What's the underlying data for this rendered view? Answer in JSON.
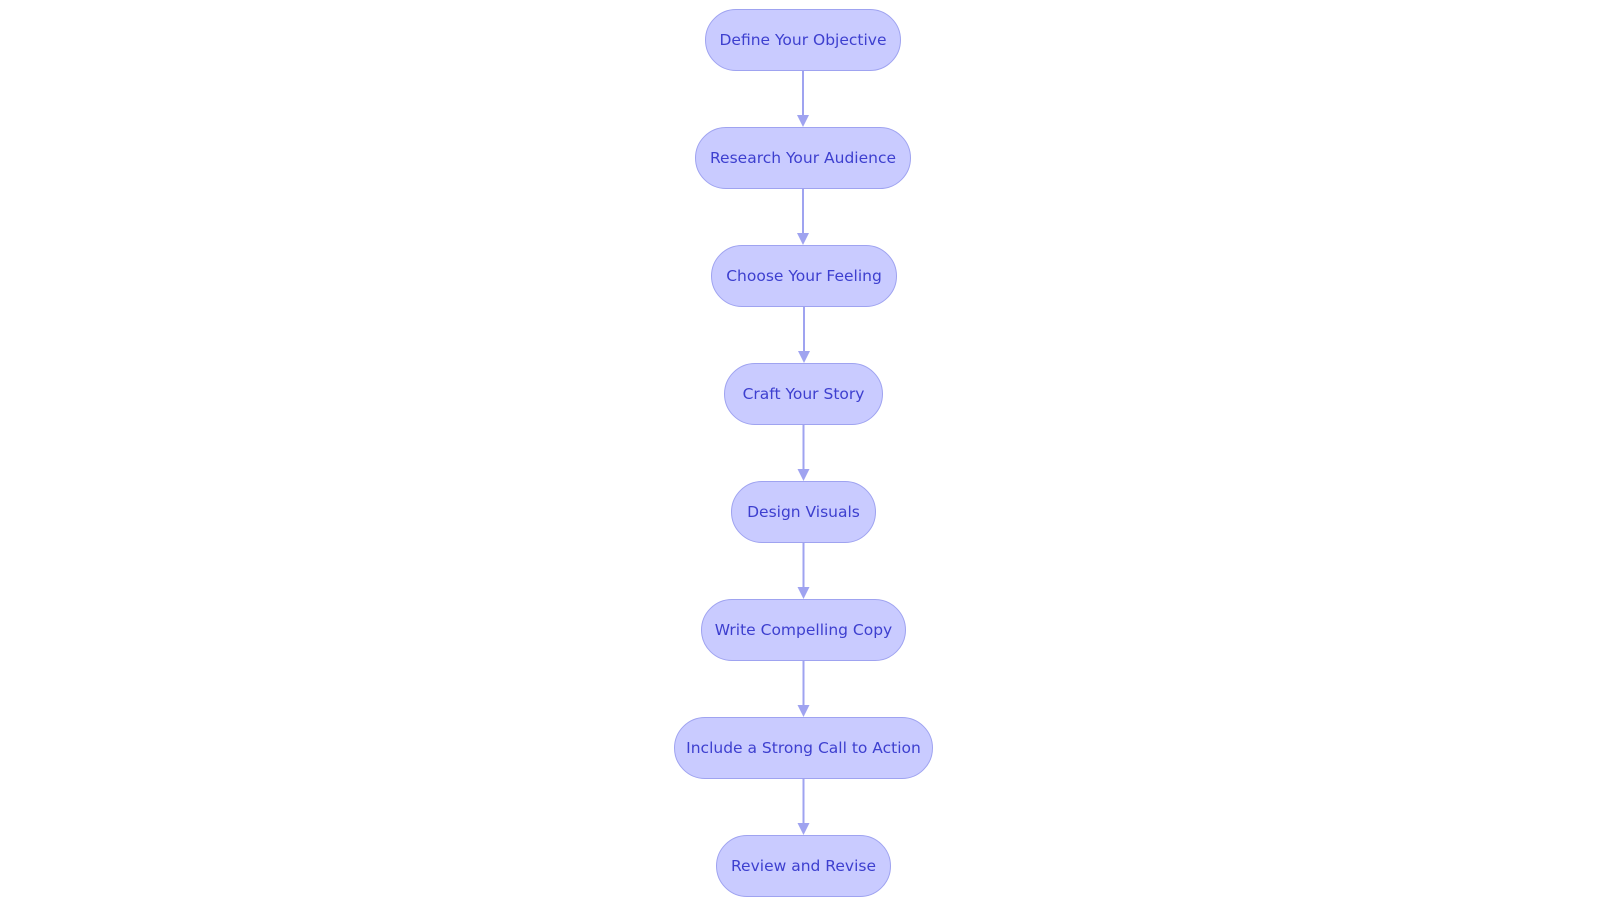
{
  "diagram": {
    "type": "flowchart",
    "direction": "top-to-bottom",
    "colors": {
      "node_fill": "#c9cbff",
      "node_border": "#9fa3f0",
      "node_text": "#3d3fcf",
      "edge": "#9fa3f0"
    },
    "nodes": [
      {
        "id": "n0",
        "label": "Define Your Objective"
      },
      {
        "id": "n1",
        "label": "Research Your Audience"
      },
      {
        "id": "n2",
        "label": "Choose Your Feeling"
      },
      {
        "id": "n3",
        "label": "Craft Your Story"
      },
      {
        "id": "n4",
        "label": "Design Visuals"
      },
      {
        "id": "n5",
        "label": "Write Compelling Copy"
      },
      {
        "id": "n6",
        "label": "Include a Strong Call to Action"
      },
      {
        "id": "n7",
        "label": "Review and Revise"
      }
    ],
    "edges": [
      {
        "from": "n0",
        "to": "n1"
      },
      {
        "from": "n1",
        "to": "n2"
      },
      {
        "from": "n2",
        "to": "n3"
      },
      {
        "from": "n3",
        "to": "n4"
      },
      {
        "from": "n4",
        "to": "n5"
      },
      {
        "from": "n5",
        "to": "n6"
      },
      {
        "from": "n6",
        "to": "n7"
      }
    ]
  }
}
